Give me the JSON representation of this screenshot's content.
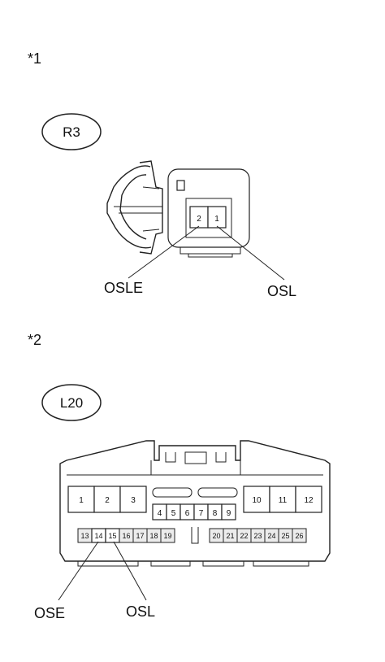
{
  "section1": {
    "marker": "*1",
    "connector_code": "R3",
    "pins": [
      "2",
      "1"
    ],
    "labels": {
      "left": "OSLE",
      "right": "OSL"
    }
  },
  "section2": {
    "marker": "*2",
    "connector_code": "L20",
    "top_left_pins": [
      "1",
      "2",
      "3"
    ],
    "top_right_pins": [
      "10",
      "11",
      "12"
    ],
    "middle_pins": [
      "4",
      "5",
      "6",
      "7",
      "8",
      "9"
    ],
    "bottom_left_pins": [
      "13",
      "14",
      "15",
      "16",
      "17",
      "18",
      "19"
    ],
    "bottom_right_pins": [
      "20",
      "21",
      "22",
      "23",
      "24",
      "25",
      "26"
    ],
    "labels": {
      "left": "OSE",
      "right": "OSL"
    }
  }
}
